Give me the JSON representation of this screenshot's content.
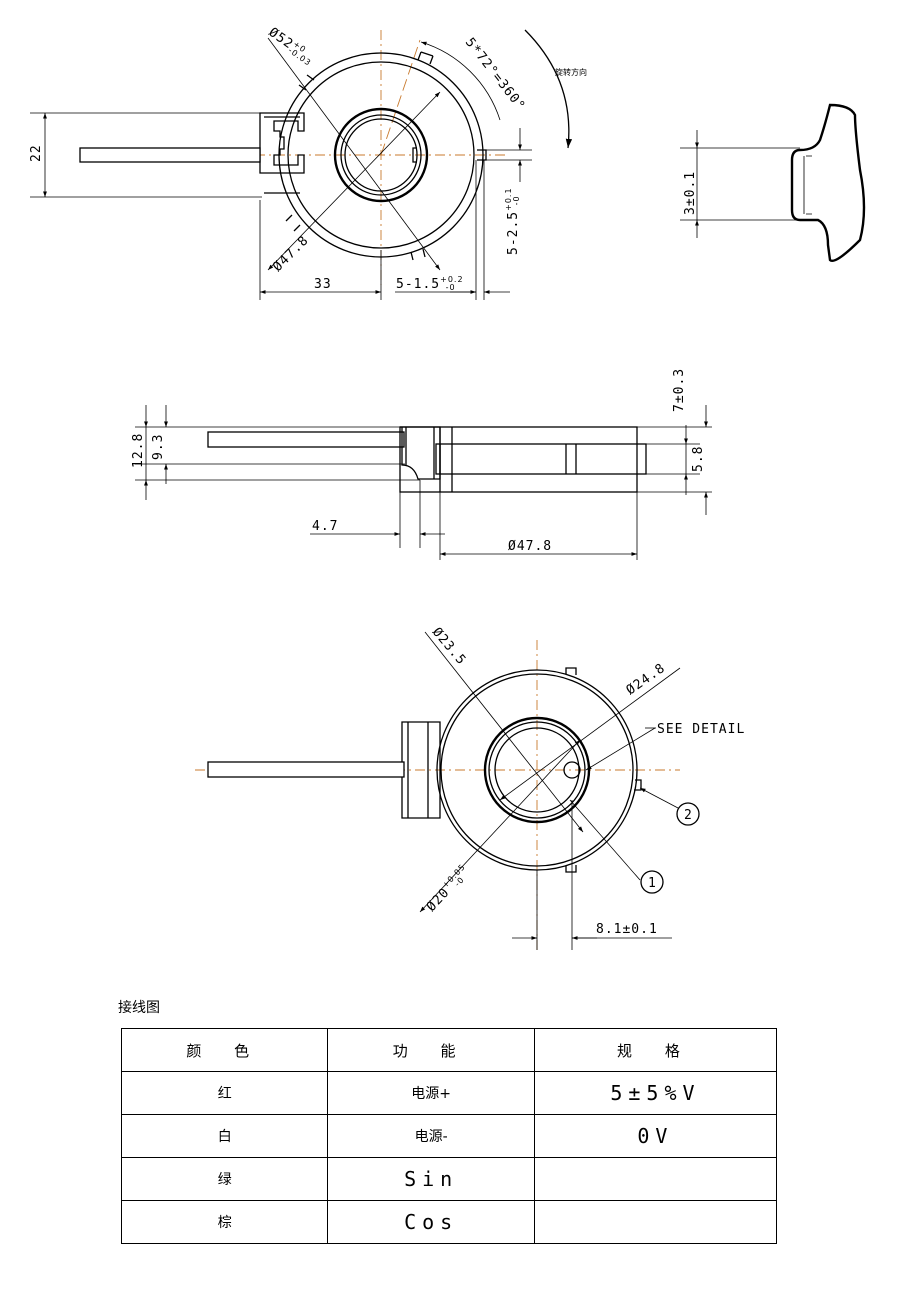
{
  "top_view": {
    "dia_outer": "Ø52",
    "dia_outer_tol_upper": "+0",
    "dia_outer_tol_lower": "-0.03",
    "angle_spec": "5*72°=360°",
    "rotation_direction": "旋转方向",
    "dim_height": "22",
    "dia_body": "Ø47.8",
    "dim_length": "33",
    "slot_width": "5-1.5",
    "slot_width_tol_upper": "+0.2",
    "slot_width_tol_lower": "-0",
    "slot_depth": "5-2.5",
    "slot_depth_tol_upper": "+0.1",
    "slot_depth_tol_lower": "-0"
  },
  "profile_view": {
    "dim": "3±0.1"
  },
  "side_view": {
    "total_height": "12.8",
    "dim_9_3": "9.3",
    "dim_7": "7±0.3",
    "dim_5_8": "5.8",
    "offset": "4.7",
    "diameter": "Ø47.8"
  },
  "bottom_view": {
    "dia_23_5": "Ø23.5",
    "dia_24_8": "Ø24.8",
    "see_detail": "SEE DETAIL",
    "dia_20": "Ø20",
    "dia_20_tol_upper": "+0.05",
    "dia_20_tol_lower": "-0",
    "dim_8_1": "8.1±0.1",
    "callout_1": "1",
    "callout_2": "2"
  },
  "wiring": {
    "title": "接线图",
    "headers": [
      "颜 色",
      "功 能",
      "规 格"
    ],
    "rows": [
      {
        "color": "红",
        "function": "电源+",
        "spec": "5±5%V"
      },
      {
        "color": "白",
        "function": "电源-",
        "spec": "0V"
      },
      {
        "color": "绿",
        "function": "Sin",
        "spec": ""
      },
      {
        "color": "棕",
        "function": "Cos",
        "spec": ""
      }
    ]
  }
}
